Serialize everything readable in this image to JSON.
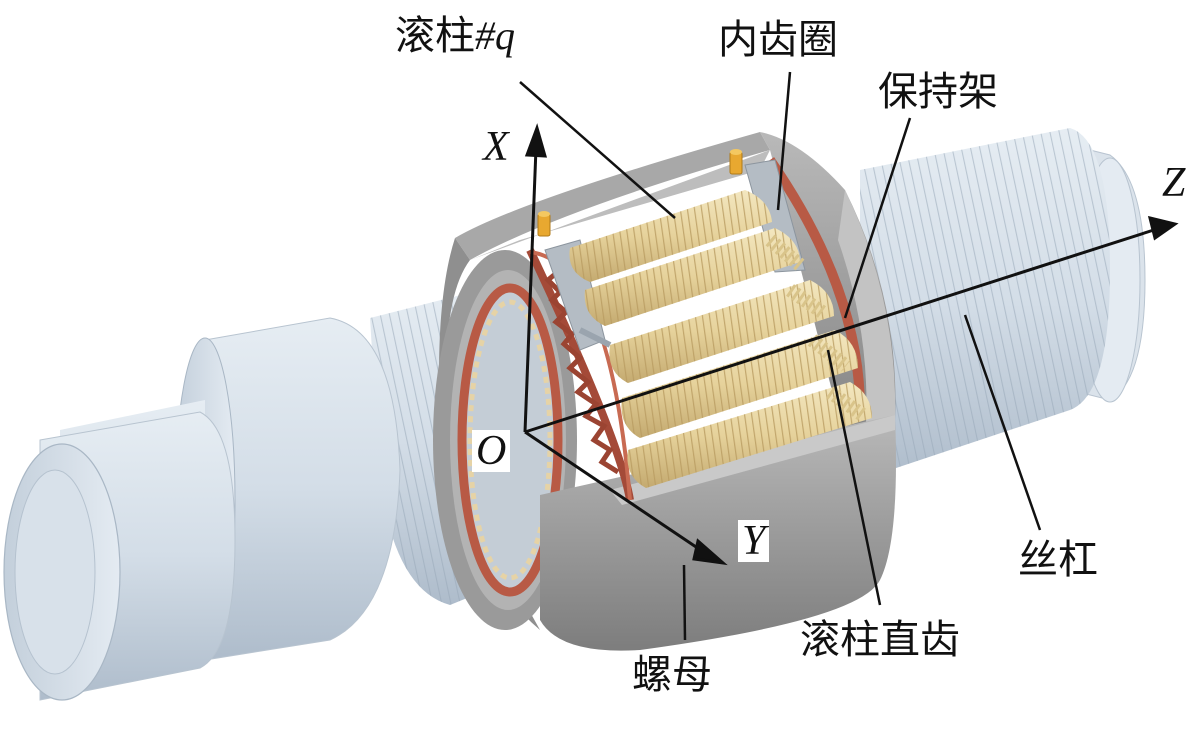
{
  "labels": {
    "roller_q_prefix": "滚柱",
    "roller_q_suffix": "#q",
    "ring_gear": "内齿圈",
    "cage": "保持架",
    "screw": "丝杠",
    "roller_spur_gear": "滚柱直齿",
    "nut": "螺母"
  },
  "axes": {
    "x": "X",
    "y": "Y",
    "z": "Z",
    "origin": "O"
  },
  "colors": {
    "shaft": "#d3dde7",
    "shaft_shade": "#b6c3d0",
    "nut_gray": "#9c9c9c",
    "nut_dark": "#7d7d7d",
    "ring_red": "#b85a45",
    "roller_cream": "#e9d9a6",
    "roller_shade": "#c9b27a",
    "pin_orange": "#e8a830",
    "leader": "#111111"
  }
}
